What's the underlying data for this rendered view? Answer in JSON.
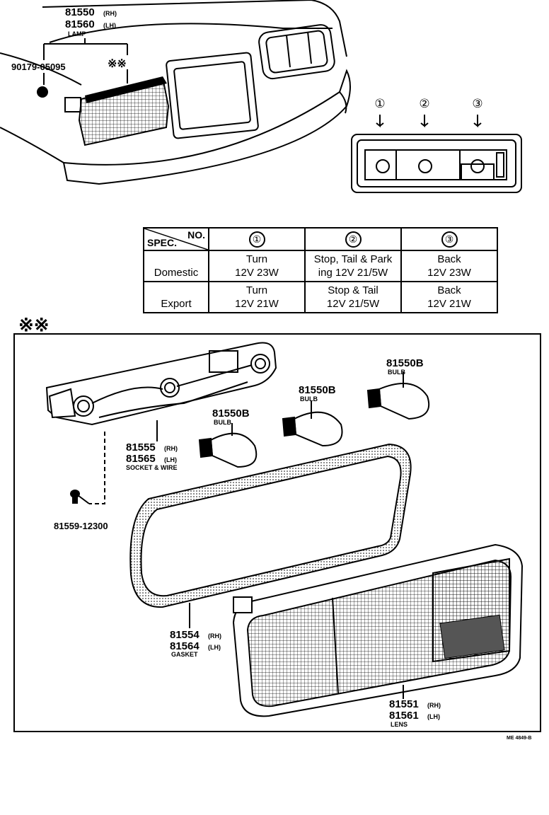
{
  "top": {
    "lamp_rh_number": "81550",
    "lamp_rh_side": "(RH)",
    "lamp_lh_number": "81560",
    "lamp_lh_side": "(LH)",
    "lamp_name": "LAMP",
    "nut_part": "90179-05095",
    "marker_top": "※※",
    "bulb_positions": [
      "①",
      "②",
      "③"
    ]
  },
  "spec_table": {
    "header_no": "NO.",
    "header_spec": "SPEC.",
    "col_labels": [
      "①",
      "②",
      "③"
    ],
    "rows": [
      {
        "market": "Domestic",
        "cells": [
          [
            "Turn",
            "12V 23W"
          ],
          [
            "Stop, Tail & Park",
            "ing 12V 21/5W"
          ],
          [
            "Back",
            "12V 23W"
          ]
        ]
      },
      {
        "market": "Export",
        "cells": [
          [
            "Turn",
            "12V 21W"
          ],
          [
            "Stop & Tail",
            "12V 21/5W"
          ],
          [
            "Back",
            "12V 21W"
          ]
        ]
      }
    ]
  },
  "exploded": {
    "marker": "※※",
    "bulbs": [
      {
        "number": "81550B",
        "name": "BULB"
      },
      {
        "number": "81550B",
        "name": "BULB"
      },
      {
        "number": "81550B",
        "name": "BULB"
      }
    ],
    "socket_rh_number": "81555",
    "socket_rh_side": "(RH)",
    "socket_lh_number": "81565",
    "socket_lh_side": "(LH)",
    "socket_name": "SOCKET & WIRE",
    "screw_part": "81559-12300",
    "gasket_rh_number": "81554",
    "gasket_rh_side": "(RH)",
    "gasket_lh_number": "81564",
    "gasket_lh_side": "(LH)",
    "gasket_name": "GASKET",
    "lens_rh_number": "81551",
    "lens_rh_side": "(RH)",
    "lens_lh_number": "81561",
    "lens_lh_side": "(LH)",
    "lens_name": "LENS",
    "figure_code": "ME 4849-B"
  }
}
